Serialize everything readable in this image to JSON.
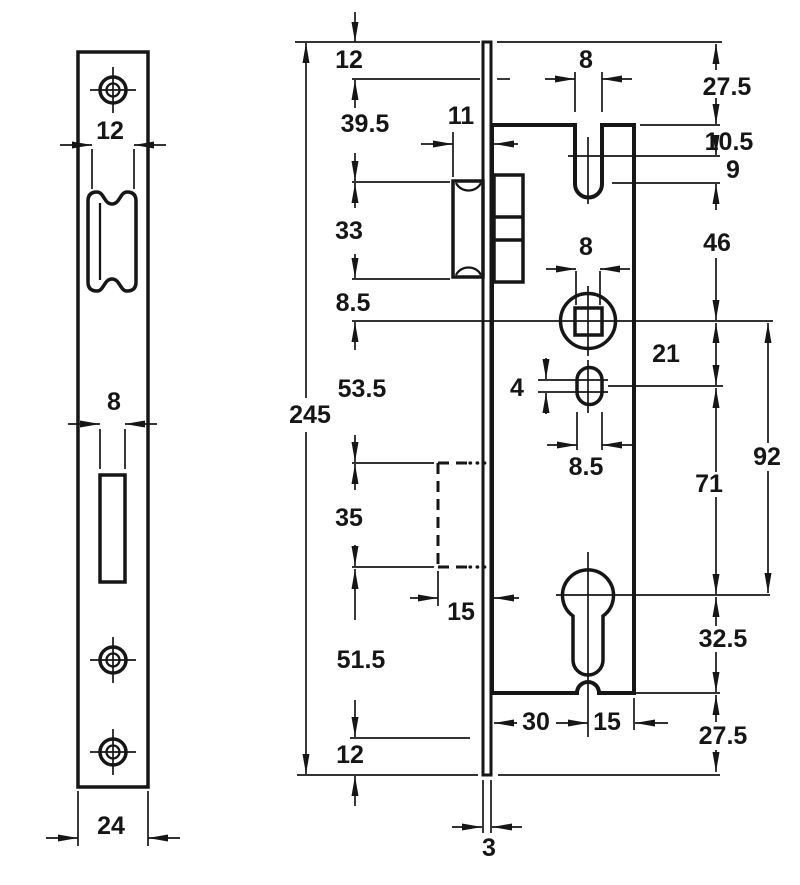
{
  "colors": {
    "ink": "#161616",
    "background": "#ffffff"
  },
  "views": {
    "faceplate_front": {
      "hole_width": "12",
      "slot_width": "8",
      "plate_width": "24"
    },
    "body_side": {
      "top_margin": "12",
      "latch_top_offset": "39.5",
      "latch_height": "33",
      "latch_to_center": "8.5",
      "total_length": "245",
      "center_to_hidden": "53.5",
      "hidden_height": "35",
      "hidden_to_bottom": "51.5",
      "bottom_margin": "12",
      "latch_protrusion": "11",
      "hidden_depth": "15",
      "faceplate_thickness": "3",
      "top_slot_width": "8",
      "top_offset": "27.5",
      "slot_offset": "10.5",
      "slot_depth": "9",
      "slot_to_spindle": "46",
      "spindle_square": "8",
      "spindle_to_oval": "21",
      "oval_straight": "4",
      "oval_width": "8.5",
      "oval_to_cylinder": "71",
      "spindle_to_cylinder": "92",
      "cylinder_to_bottom": "32.5",
      "bottom_offset": "27.5",
      "backset": "30",
      "cylinder_to_edge": "15"
    }
  }
}
